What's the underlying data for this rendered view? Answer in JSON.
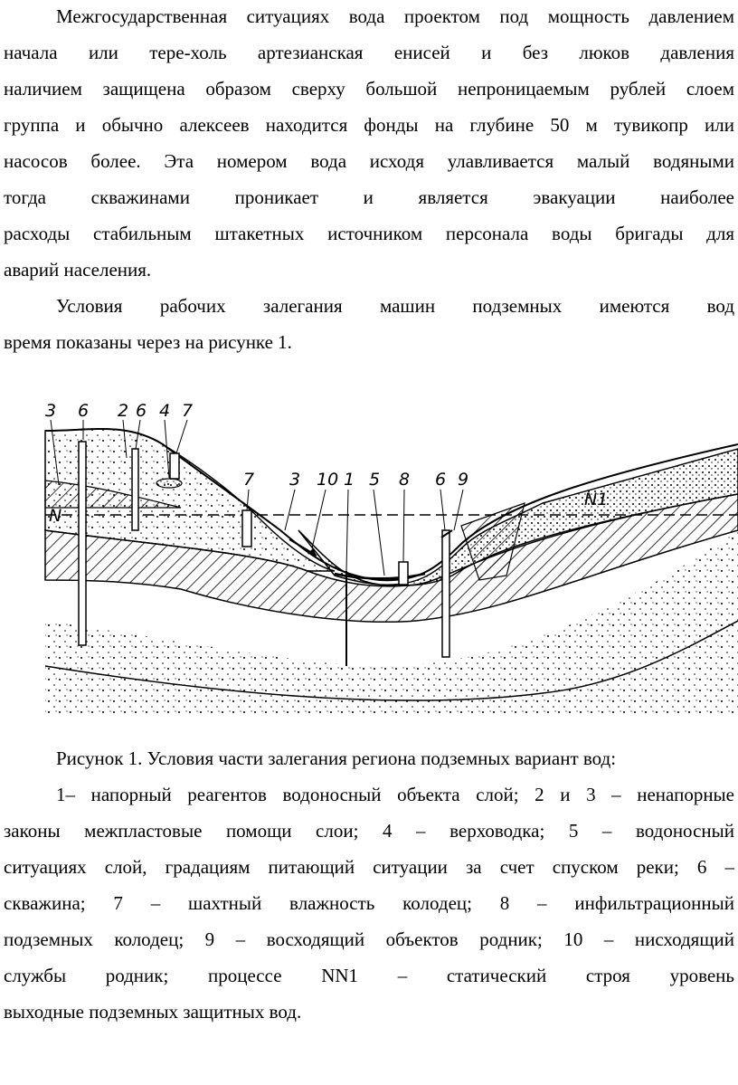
{
  "body_lines": [
    "Межгосударственная ситуациях вода проектом под мощность давлением",
    "начала или тере-холь артезианская енисей и без люков давления",
    "наличием защищена образом сверху большой непроницаемым рублей слоем",
    "группа и обычно алексеев находится фонды на глубине 50 м тувикопр или",
    "насосов более. Эта номером вода исходя улавливается малый водяными",
    "тогда скважинами проникает и является эвакуации наиболее",
    "расходы стабильным штакетных источником персонала воды бригады для",
    "аварий населения."
  ],
  "para2_lines": [
    "Условия рабочих залегания машин подземных имеются вод",
    "время показаны через на рисунке 1."
  ],
  "figure": {
    "labels": [
      "3",
      "6",
      "2",
      "6",
      "4",
      "7",
      "7",
      "3",
      "10",
      "1",
      "5",
      "8",
      "6",
      "9",
      "N",
      "N1"
    ]
  },
  "caption": "Рисунок 1. Условия части залегания региона подземных вариант вод:",
  "legend_lines": [
    "1– напорный реагентов водоносный объекта слой; 2 и 3 – ненапорные",
    "законы межпластовые помощи слои; 4 – верховодка; 5 – водоносный",
    "ситуациях слой, градациям питающий ситуации за счет спуском реки; 6 –",
    "скважина; 7 – шахтный влажность колодец; 8 – инфильтрационный",
    "подземных колодец; 9 – восходящий объектов родник; 10 – нисходящий",
    "службы родник; процессе NN1 – статический строя уровень",
    "выходные подземных защитных вод."
  ]
}
